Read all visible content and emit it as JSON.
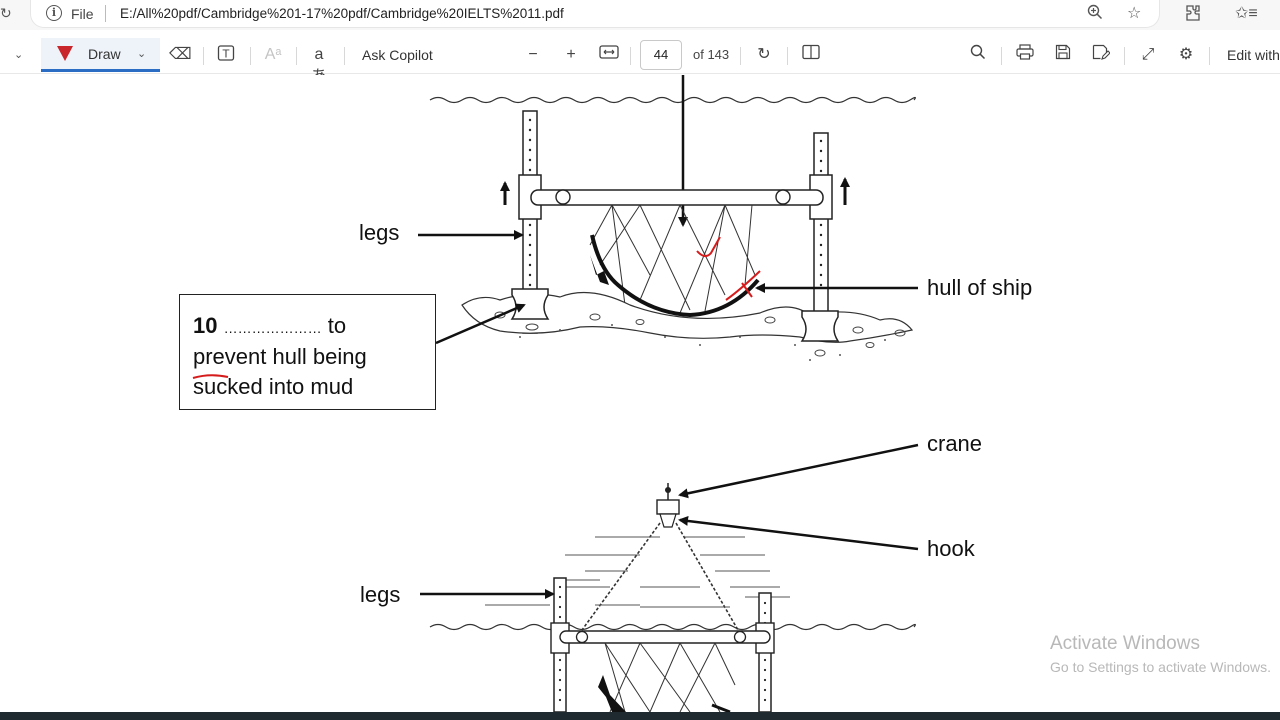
{
  "address_bar": {
    "file_label": "File",
    "url": "E:/All%20pdf/Cambridge%201-17%20pdf/Cambridge%20IELTS%2011.pdf",
    "icons": [
      "refresh-icon",
      "info-icon",
      "zoom-icon",
      "favorite-star-icon",
      "extensions-icon",
      "favorites-list-icon"
    ]
  },
  "toolbar": {
    "draw_label": "Draw",
    "ask_copilot_label": "Ask Copilot",
    "page_current": "44",
    "page_total": "of 143",
    "edit_label": "Edit with",
    "accent_color": "#2b6cc4",
    "pen_color": "#c8262a"
  },
  "document": {
    "labels": {
      "legs_top": "legs",
      "hull_of_ship": "hull of ship",
      "crane": "crane",
      "hook": "hook",
      "legs_bottom": "legs"
    },
    "question_box": {
      "number": "10",
      "dots": "…………………",
      "to_word": "to",
      "line2": "prevent hull being",
      "line3": "sucked into mud"
    }
  },
  "watermark": {
    "title": "Activate Windows",
    "subtitle": "Go to Settings to activate Windows."
  }
}
